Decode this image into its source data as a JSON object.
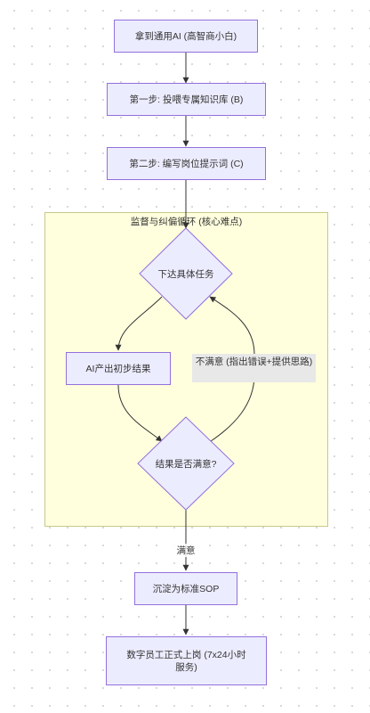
{
  "nodes": {
    "start": "拿到通用AI (高智商小白)",
    "step1": "第一步: 投喂专属知识库 (B)",
    "step2": "第二步: 编写岗位提示词 (C)",
    "task": "下达具体任务",
    "output": "AI产出初步结果",
    "check": "结果是否满意?",
    "sop": "沉淀为标准SOP",
    "final": "数字员工正式上岗 (7x24小时服务)"
  },
  "subgraph": {
    "title": "监督与纠偏循环 (核心难点)"
  },
  "edges": {
    "not_satisfied": "不满意 (指出错误+提供思路)",
    "satisfied": "满意"
  },
  "colors": {
    "node_fill": "#ececff",
    "node_border": "#9370db",
    "subgraph_fill": "#ffffde",
    "subgraph_border": "#c8c88a",
    "edge": "#333333"
  }
}
